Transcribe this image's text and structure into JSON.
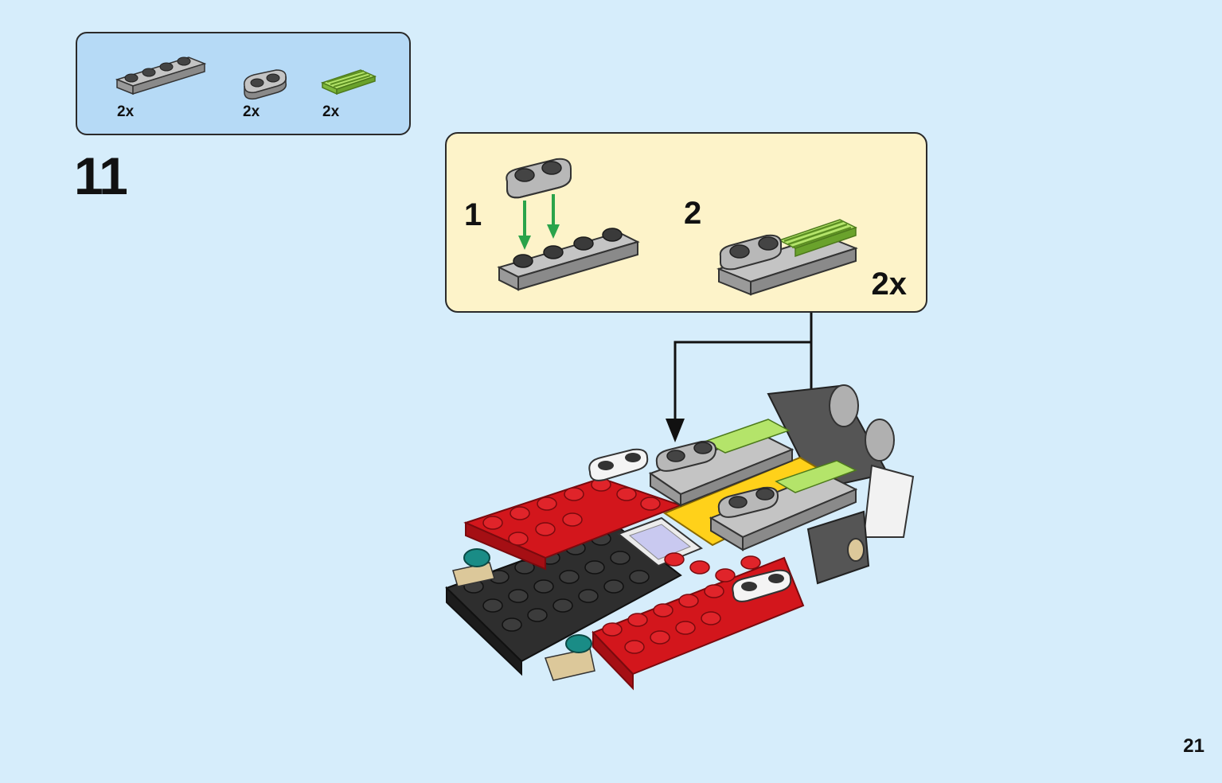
{
  "parts_list": [
    {
      "name": "plate 1x4 grey",
      "quantity": "2x",
      "color": "#a8a8a8"
    },
    {
      "name": "plate 1x2 rounded grey",
      "quantity": "2x",
      "color": "#a8a8a8"
    },
    {
      "name": "grille tile lime",
      "quantity": "2x",
      "color": "#97d34a"
    }
  ],
  "step": {
    "number": "11"
  },
  "subassembly": {
    "sub_steps": [
      {
        "label": "1"
      },
      {
        "label": "2"
      }
    ],
    "multiplier": "2x"
  },
  "page": {
    "number": "21"
  },
  "colors": {
    "background": "#d6edfb",
    "parts_box": "#b6daf6",
    "sub_box": "#fdf3c9",
    "arrow_green": "#2aa34a",
    "brick_red": "#d3161c",
    "brick_black": "#2e2e2e",
    "brick_grey": "#a8a8a8",
    "brick_yellow": "#ffd11a",
    "brick_lime": "#97d34a",
    "brick_teal": "#1a8c86",
    "brick_tan": "#dcc89a"
  }
}
